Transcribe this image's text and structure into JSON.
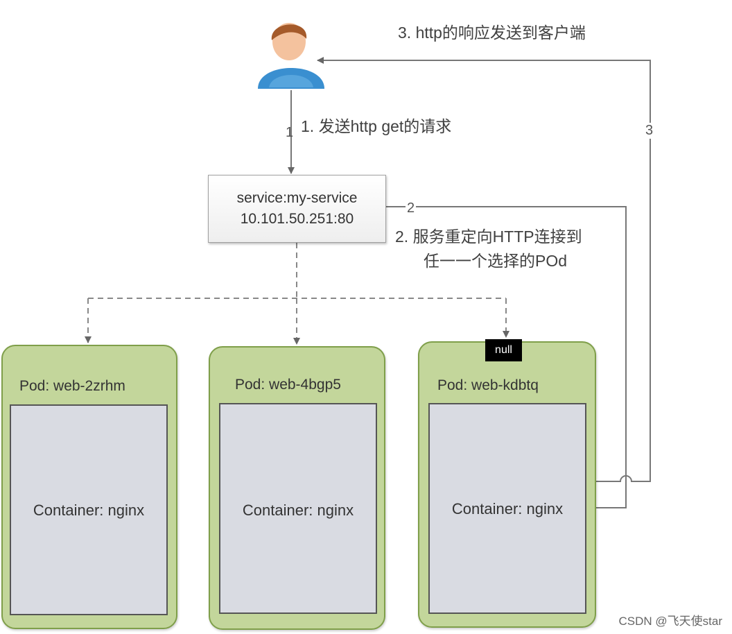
{
  "steps": {
    "step1": "1.   发送http get的请求",
    "step2_line1": "2.   服务重定向HTTP连接到",
    "step2_line2": "任一一个选择的POd",
    "step3": "3.   http的响应发送到客户端"
  },
  "edge_labels": {
    "edge1": "1",
    "edge2": "2",
    "edge3": "3"
  },
  "service": {
    "name": "service:my-service",
    "address": "10.101.50.251:80"
  },
  "pods": [
    {
      "title": "Pod: web-2zrhm",
      "container": "Container: nginx"
    },
    {
      "title": "Pod: web-4bgp5",
      "container": "Container: nginx"
    },
    {
      "title": "Pod: web-kdbtq",
      "container": "Container: nginx"
    }
  ],
  "badge": "null",
  "watermark": "CSDN @飞天使star",
  "colors": {
    "pod_fill": "#c3d69b",
    "container_fill": "#d9dbe2",
    "user_body": "#3a8fd0"
  }
}
